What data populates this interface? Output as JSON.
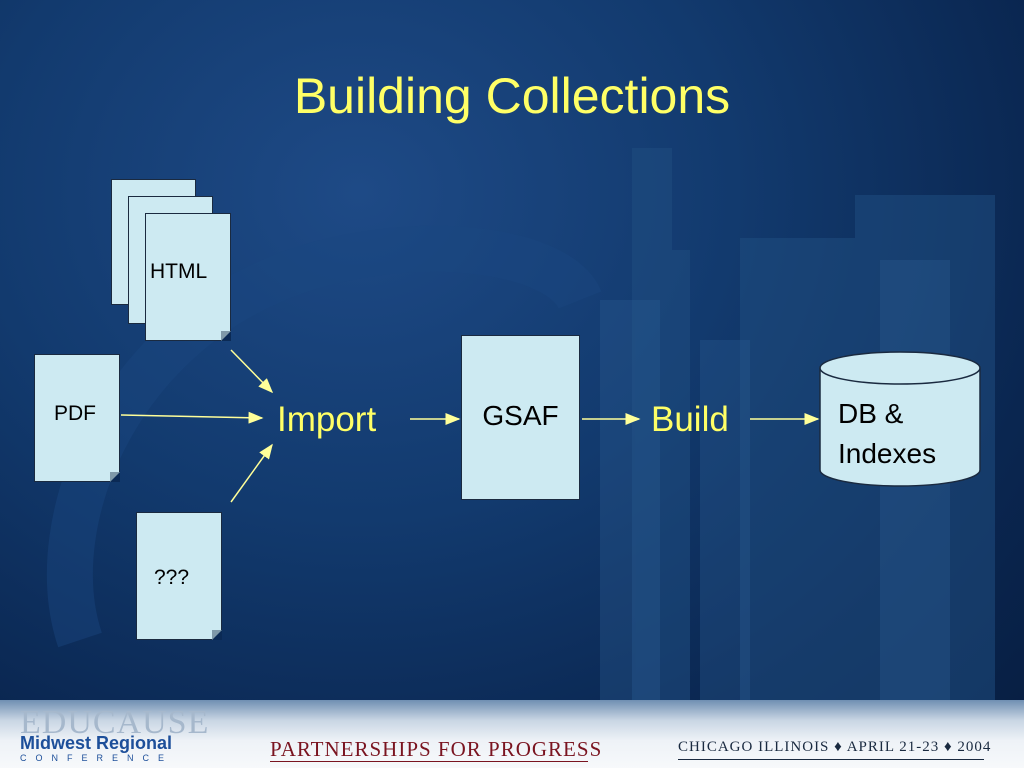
{
  "title": "Building Collections",
  "diagram": {
    "inputs": {
      "html": "HTML",
      "pdf": "PDF",
      "other": "???"
    },
    "import_label": "Import",
    "processor_label": "GSAF",
    "build_label": "Build",
    "output": {
      "line1": "DB &",
      "line2": "Indexes"
    }
  },
  "footer": {
    "brand_word": "EDUCAUSE",
    "brand_sub": "Midwest Regional",
    "brand_conf": "CONFERENCE",
    "tagline": "PARTNERSHIPS FOR PROGRESS",
    "location": "CHICAGO ILLINOIS ♦ APRIL 21-23 ♦ 2004"
  },
  "colors": {
    "title": "#ffff66",
    "box_fill": "#cdeaf2",
    "arrow": "#ffff99",
    "background": "#0b2a55"
  }
}
